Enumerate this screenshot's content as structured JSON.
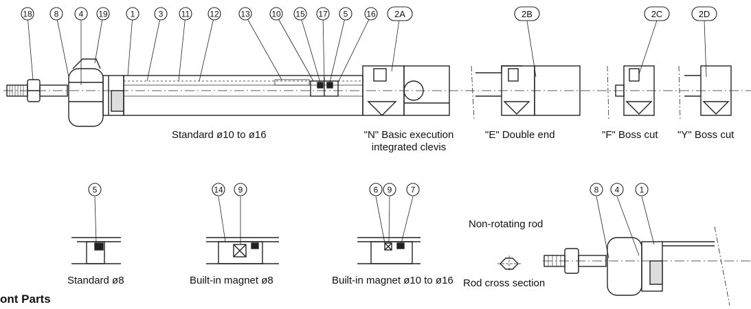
{
  "callouts_top": [
    "18",
    "8",
    "4",
    "19",
    "1",
    "3",
    "11",
    "12",
    "13",
    "10",
    "15",
    "17",
    "5",
    "16"
  ],
  "variant_tags": [
    "2A",
    "2B",
    "2C",
    "2D"
  ],
  "callouts_bottom": [
    "5",
    "14",
    "9",
    "6",
    "9",
    "7",
    "8",
    "4",
    "1"
  ],
  "captions": {
    "standard": "Standard ø10 to ø16",
    "n_line1": "\"N\" Basic execution",
    "n_line2": "integrated clevis",
    "e": "\"E\" Double end",
    "f": "\"F\" Boss cut",
    "y": "\"Y\" Boss cut",
    "std8": "Standard ø8",
    "mag8": "Built-in magnet ø8",
    "mag10": "Built-in magnet ø10 to ø16",
    "nonrot": "Non-rotating rod",
    "rodsec": "Rod cross section"
  },
  "section_heading": "ont Parts"
}
